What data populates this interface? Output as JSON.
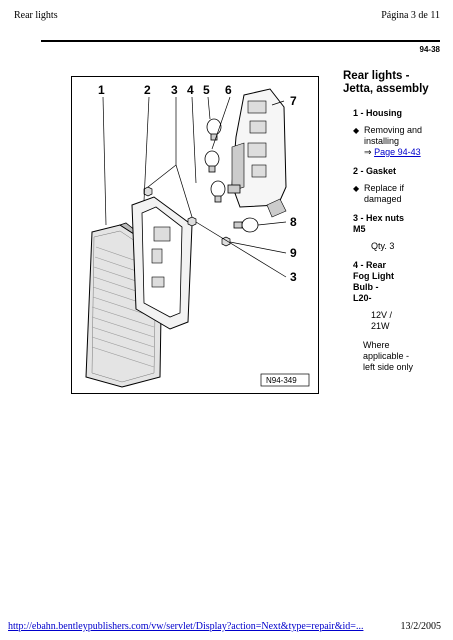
{
  "header": {
    "left_title": "Rear lights",
    "right_pagination": "Página 3 de 11"
  },
  "page_number": "94-38",
  "figure": {
    "callouts": [
      "1",
      "2",
      "3",
      "4",
      "5",
      "6",
      "7",
      "8",
      "9",
      "3"
    ],
    "figure_id": "N94-349"
  },
  "section": {
    "title": "Rear lights - Jetta, assembly",
    "items": [
      {
        "label": "1 - Housing"
      },
      {
        "label": "2 - Gasket"
      },
      {
        "label": "3 - Hex nuts M5"
      },
      {
        "label": "4 - Rear Fog Light Bulb - L20-"
      }
    ],
    "housing_bullet_text": "Removing and installing",
    "housing_link_arrow": "⇒",
    "housing_link_text": "Page 94-43",
    "gasket_bullet_text": "Replace if damaged",
    "hex_qty": "Qty. 3",
    "bulb_spec": "12V / 21W",
    "bulb_note": "Where applicable - left side only"
  },
  "footer": {
    "url": "http://ebahn.bentleypublishers.com/vw/servlet/Display?action=Next&type=repair&id=...",
    "date": "13/2/2005"
  }
}
